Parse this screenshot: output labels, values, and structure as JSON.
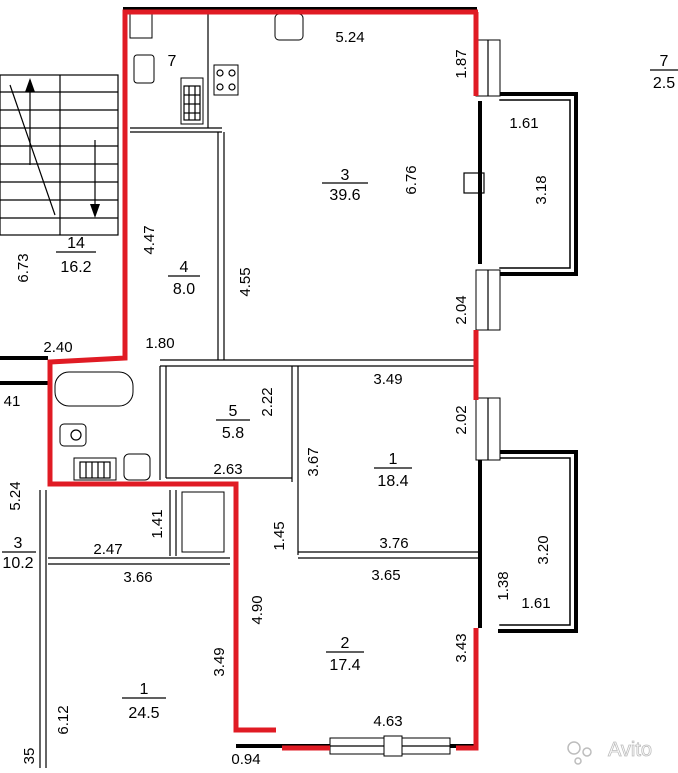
{
  "rooms": [
    {
      "id": "3",
      "area": "39.6"
    },
    {
      "id": "4",
      "area": "8.0"
    },
    {
      "id": "5",
      "area": "5.8"
    },
    {
      "id": "1",
      "area": "18.4"
    },
    {
      "id": "2",
      "area": "17.4"
    },
    {
      "id": "14",
      "area": "16.2"
    },
    {
      "id": "3",
      "area": "10.2"
    },
    {
      "id": "1",
      "area": "24.5"
    },
    {
      "id": "7",
      "area": "2.5"
    }
  ],
  "room7_small_label": "7",
  "dimensions": [
    "5.24",
    "1.87",
    "1.61",
    "3.18",
    "6.76",
    "2.04",
    "4.47",
    "4.55",
    "6.73",
    "2.40",
    "1.80",
    "2.22",
    "3.49",
    "2.02",
    "3.67",
    "2.63",
    "1.41",
    "1.45",
    "3.76",
    "3.20",
    "3.65",
    "1.38",
    "1.61",
    "3.43",
    "4.90",
    "2.47",
    "3.66",
    "3.49",
    "4.63",
    "0.94",
    "5.24",
    "6.12",
    "41",
    "35"
  ],
  "watermark": "Avito",
  "colors": {
    "highlight": "#e01b24",
    "wall": "#000000"
  },
  "icons": {
    "watermark": "avito-logo-icon",
    "kitchen_stove": "stove-icon",
    "sink": "sink-icon",
    "bathtub": "bathtub-icon",
    "toilet": "toilet-icon"
  }
}
